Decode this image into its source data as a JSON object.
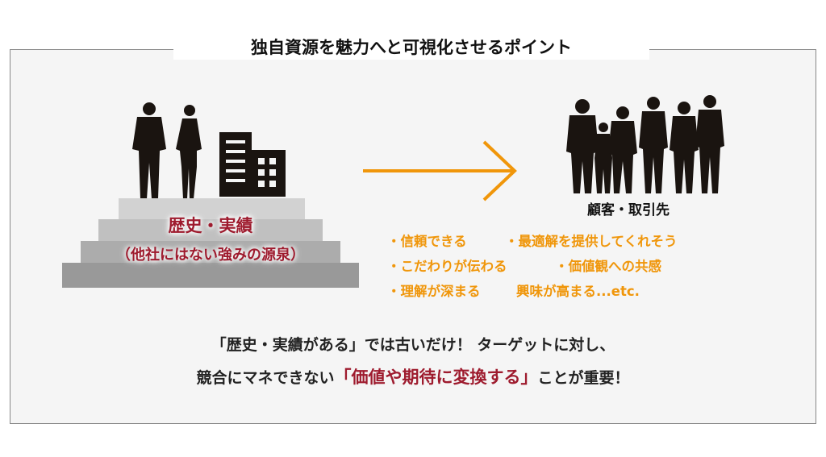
{
  "title": "独自資源を魅力へと可視化させるポイント",
  "stairs": {
    "line1": "歴史・実績",
    "line2": "（他社にはない強みの源泉）"
  },
  "customers_label": "顧客・取引先",
  "points": [
    [
      "・信頼できる",
      "・最適解を提供してくれそう"
    ],
    [
      "・こだわりが伝わる",
      "・価値観への共感"
    ],
    [
      "・理解が深まる",
      "興味が高まる...etc."
    ]
  ],
  "message": {
    "line1": "「歴史・実績がある」では古いだけ！ ターゲットに対し、",
    "line2_pre": "競合にマネできない",
    "line2_highlight": "「価値や期待に変換する」",
    "line2_post": "ことが重要！"
  },
  "colors": {
    "accent_red": "#9e1b2e",
    "accent_orange": "#f0960a"
  }
}
